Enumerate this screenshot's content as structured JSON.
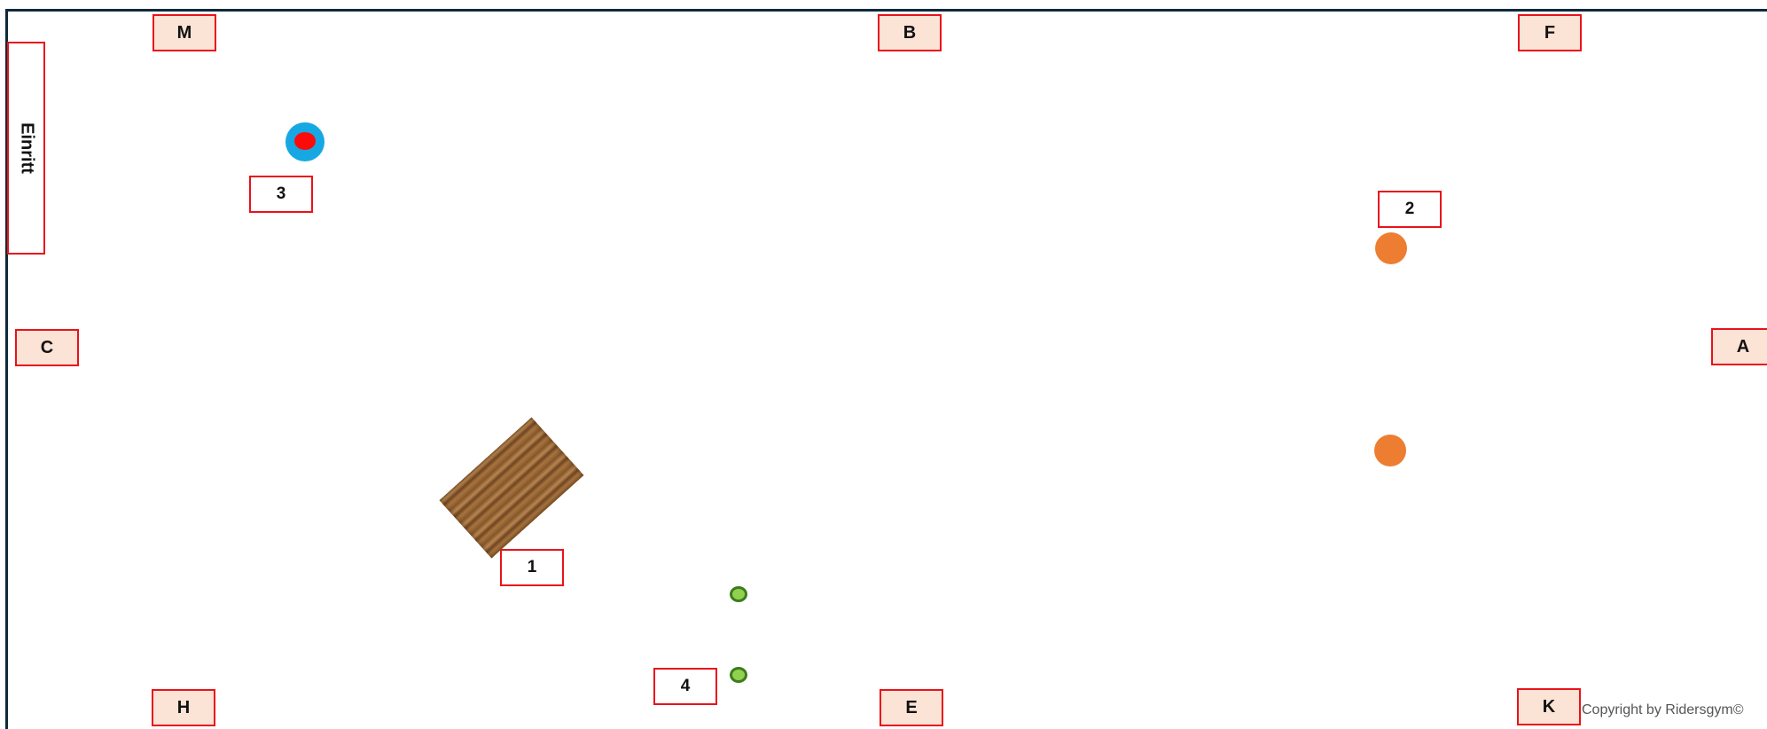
{
  "arena": {
    "letters": {
      "m": "M",
      "b": "B",
      "f": "F",
      "c": "C",
      "a": "A",
      "h": "H",
      "e": "E",
      "k": "K"
    },
    "entry_label": "Einritt",
    "obstacle_numbers": {
      "one": "1",
      "two": "2",
      "three": "3",
      "four": "4"
    }
  },
  "icons": {
    "barrel": "barrel-icon",
    "pole": "ground-pole-icon",
    "cone": "cone-icon",
    "marker": "marker-icon"
  },
  "colors": {
    "border": "#0f2a3a",
    "letter_fill": "#fbe3d6",
    "box_outline": "#e8131b",
    "cone": "#ed7d31",
    "marker_fill": "#92d050",
    "marker_outline": "#3b7d1c",
    "barrel_outer": "#17a8e3",
    "barrel_inner": "#ff0a0a"
  },
  "footer": {
    "copyright": "Copyright by Ridersgym©"
  }
}
